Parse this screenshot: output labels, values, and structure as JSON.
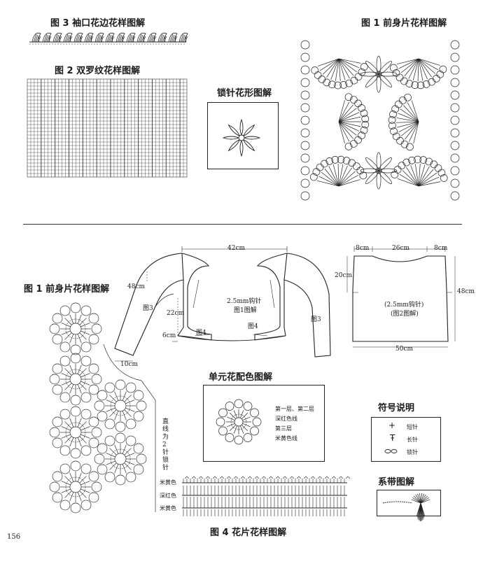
{
  "titles": {
    "fig3_cuff": "图 3 袖口花边花样图解",
    "fig2_rib": "图 2 双罗纹花样图解",
    "lock_flower": "锁针花形图解",
    "fig1_front_top": "图 1 前身片花样图解",
    "fig1_front_left": "图 1 前身片花样图解",
    "unit_color": "单元花配色图解",
    "symbols": "符号说明",
    "tie": "系带图解",
    "fig4": "图 4 花片花样图解"
  },
  "page_number": "156",
  "cardigan": {
    "width_top": "42cm",
    "height_side": "48cm",
    "front_len": "22cm",
    "hem": "6cm",
    "cuff": "10cm",
    "hook_note_1": "2.5mm钩针",
    "hook_note_2": "图1图解",
    "label_fig3_left": "图3",
    "label_fig3_right": "图3",
    "label_fig4_left": "图4",
    "label_fig4_right": "图4"
  },
  "back": {
    "shoulder_left": "8cm",
    "neck": "26cm",
    "shoulder_right": "8cm",
    "armhole": "20cm",
    "height": "48cm",
    "width": "50cm",
    "note_1": "(2.5mm钩针)",
    "note_2": "(图2图解)"
  },
  "side_note": [
    "直",
    "线",
    "为",
    "2",
    "针",
    "锁",
    "针"
  ],
  "unit_legend": {
    "line1": "第一层、第二层",
    "line2": "深红色线",
    "line3": "第三层",
    "line4": "米黄色线"
  },
  "symbol_legend": {
    "short": "短针",
    "long": "长针",
    "chain": "锁针"
  },
  "strip_labels": {
    "row1": "米黄色",
    "row2": "深红色",
    "row3": "米黄色"
  }
}
